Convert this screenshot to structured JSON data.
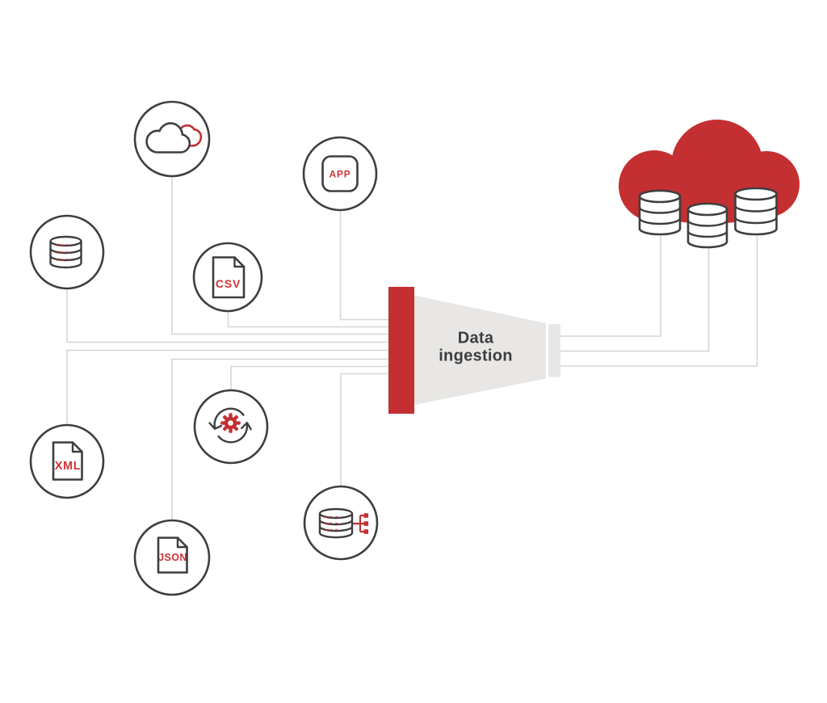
{
  "title": "Data ingestion diagram",
  "colors": {
    "red": "#c42f31",
    "label_red": "#ce3236",
    "outline_dark": "#3e3e40",
    "connector_gray": "#d7d6d5",
    "funnel_gray": "#e8e7e5",
    "background": "#ffffff"
  },
  "funnel": {
    "line1": "Data",
    "line2": "ingestion"
  },
  "sources": [
    {
      "id": "cloud-service",
      "icon": "cloud-sync-icon",
      "label": ""
    },
    {
      "id": "app",
      "icon": "app-icon",
      "label": "APP"
    },
    {
      "id": "database",
      "icon": "database-icon",
      "label": ""
    },
    {
      "id": "csv-file",
      "icon": "csv-file-icon",
      "label": "CSV"
    },
    {
      "id": "xml-file",
      "icon": "xml-file-icon",
      "label": "XML"
    },
    {
      "id": "sync-process",
      "icon": "sync-gear-icon",
      "label": ""
    },
    {
      "id": "json-file",
      "icon": "json-file-icon",
      "label": "JSON"
    },
    {
      "id": "database-integration",
      "icon": "database-network-icon",
      "label": ""
    }
  ],
  "destination": {
    "id": "cloud-data-warehouse",
    "icon": "red-cloud-with-databases",
    "database_count": 3
  }
}
